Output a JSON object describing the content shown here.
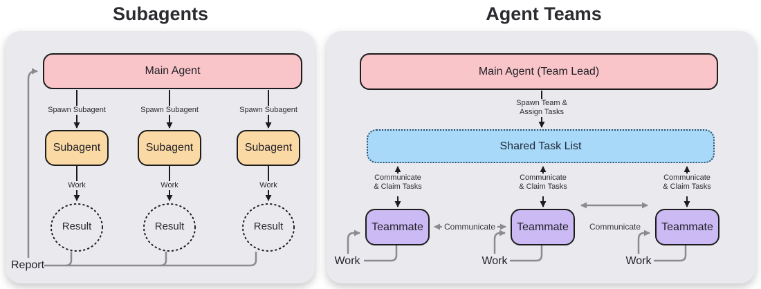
{
  "left": {
    "title": "Subagents",
    "main_agent": "Main Agent",
    "spawn_label": "Spawn Subagent",
    "subagent": "Subagent",
    "work_label": "Work",
    "result_label": "Result",
    "report_label": "Report"
  },
  "right": {
    "title": "Agent Teams",
    "main_agent": "Main Agent (Team Lead)",
    "spawn_line1": "Spawn Team &",
    "spawn_line2": "Assign Tasks",
    "shared_task_list": "Shared Task List",
    "claim_line1": "Communicate",
    "claim_line2": "& Claim Tasks",
    "teammate": "Teammate",
    "communicate_label": "Communicate",
    "work_label": "Work"
  },
  "colors": {
    "panel_bg": "#e9e9ee",
    "main_agent_fill": "#f9c5c9",
    "subagent_fill": "#fbd9a5",
    "shared_list_fill": "#a8d9f8",
    "teammate_fill": "#cbbaf3",
    "black_line": "#1c1c1c",
    "gray_line": "#8b8b8f"
  }
}
